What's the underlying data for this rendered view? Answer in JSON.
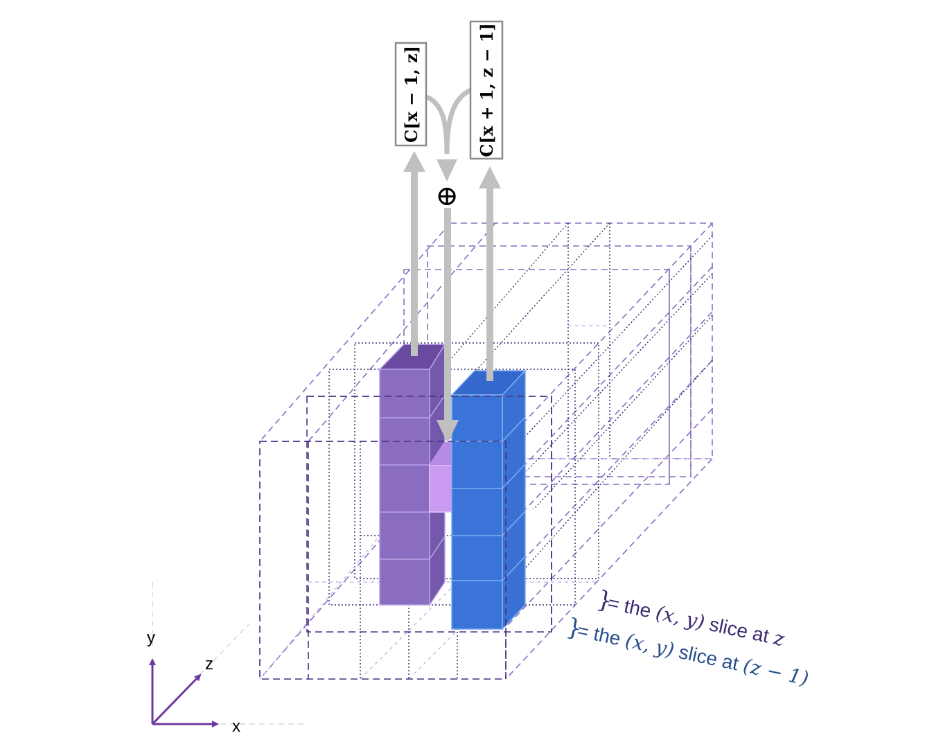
{
  "labels": {
    "left_column": "C[x − 1, z]",
    "right_column": "C[x + 1, z − 1]",
    "combine_symbol": "⊕"
  },
  "legend": {
    "slice_z": {
      "prefix": "= the ",
      "math": "(x, y)",
      "middle": " slice at ",
      "tail": "z"
    },
    "slice_z_minus_1": {
      "prefix": "= the ",
      "math": "(x, y)",
      "middle": " slice at ",
      "tail": "(z − 1)"
    }
  },
  "axes": {
    "x": "x",
    "y": "y",
    "z": "z"
  },
  "colors": {
    "slice_z": "#7a5aaa",
    "slice_z_line": "#5a3c8c",
    "slice_z_text": "#3c2870",
    "slice_z_minus_1": "#3a70d4",
    "slice_z_minus_1_text": "#284e8c",
    "highlight_cell": "#c99af0",
    "arrow": "#c0c0c0",
    "axis": "#6b3aa0"
  }
}
